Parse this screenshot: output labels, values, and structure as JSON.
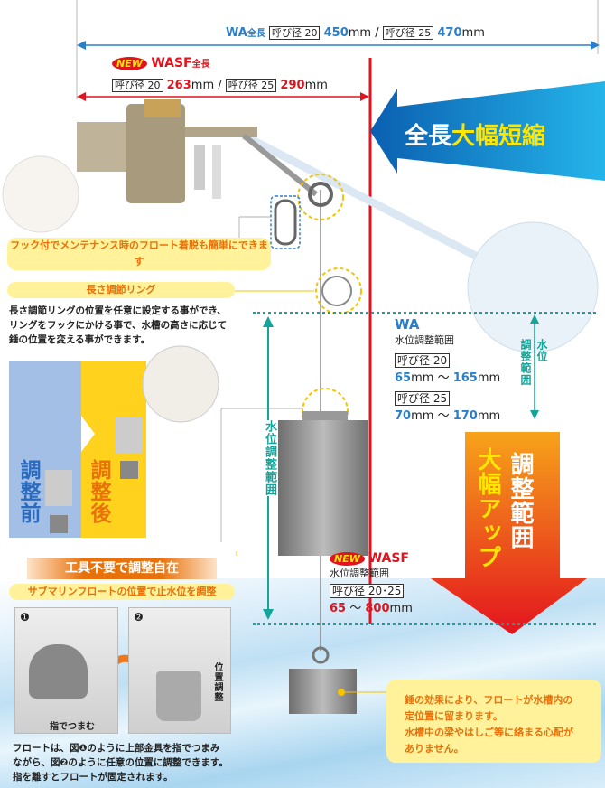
{
  "wa_total": {
    "model": "WA",
    "label": "全長",
    "size20": "呼び径 20",
    "len20": "450",
    "size25": "呼び径 25",
    "len25": "470",
    "unit": "mm",
    "sep": "/"
  },
  "wasf_total": {
    "badge": "NEW",
    "model": "WASF",
    "label": "全長",
    "size20": "呼び径 20",
    "len20": "263",
    "size25": "呼び径 25",
    "len25": "290",
    "unit": "mm",
    "sep": "/"
  },
  "banner_left": {
    "white": "全長",
    "yellow": "大幅短縮"
  },
  "hook_caption": "フック付でメンテナンス時のフロート着脱も簡単にできます",
  "ring": {
    "title": "長さ調節リング",
    "lines": [
      "長さ調節リングの位置を任意に設定する事ができ、",
      "リングをフックにかける事で、水槽の高さに応じて",
      "錘の位置を変える事ができます。"
    ]
  },
  "before_label": "調整前",
  "after_label": "調整後",
  "range_vertical": "水位調整範囲",
  "wa_range": {
    "model": "WA",
    "label": "水位調整範囲",
    "size20": "呼び径 20",
    "min20": "65",
    "max20": "165",
    "size25": "呼び径 25",
    "min25": "70",
    "max25": "170",
    "unit": "mm",
    "tilde": "～"
  },
  "right_vertical_a": "水位",
  "right_vertical_b": "調整範囲",
  "banner_down": {
    "white": "調整範囲",
    "yellow": "大幅アップ"
  },
  "wasf_range": {
    "badge": "NEW",
    "model": "WASF",
    "label": "水位調整範囲",
    "size": "呼び径 20･25",
    "min": "65",
    "max": "800",
    "unit": "mm",
    "tilde": "～"
  },
  "tool": {
    "title": "工具不要で調整自在",
    "subtitle": "サブマリンフロートの位置で止水位を調整",
    "step1": "❶",
    "step2": "❷",
    "pinch": "指でつまむ",
    "position": "位置調整",
    "lines": [
      "フロートは、図❶のように上部金具を指でつまみ",
      "ながら、図❷のように任意の位置に調整できます。",
      "指を離すとフロートが固定されます。"
    ]
  },
  "weight_note": [
    "錘の効果により、フロートが水槽内の",
    "定位置に留まります。",
    "水槽中の梁やはしご等に絡まる心配が",
    "ありません。"
  ]
}
